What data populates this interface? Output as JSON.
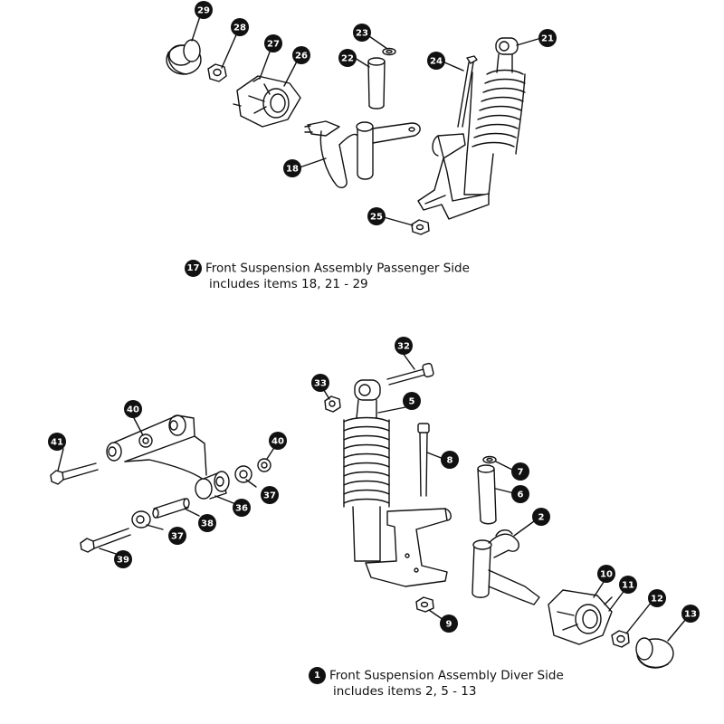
{
  "figure": {
    "background": "#ffffff",
    "line_color": "#111111",
    "callout_fill": "#111111",
    "callout_text_color": "#ffffff"
  },
  "captions": {
    "passenger": {
      "number": "17",
      "title": "Front Suspension Assembly Passenger Side",
      "includes": "includes items 18, 21 - 29"
    },
    "driver": {
      "number": "1",
      "title": "Front Suspension Assembly Diver Side",
      "includes": "includes items 2, 5 - 13"
    }
  },
  "callouts": {
    "c29": "29",
    "c28": "28",
    "c27": "27",
    "c26": "26",
    "c23": "23",
    "c22": "22",
    "c24": "24",
    "c21": "21",
    "c18": "18",
    "c25": "25",
    "c32": "32",
    "c33": "33",
    "c5": "5",
    "c8": "8",
    "c7": "7",
    "c6": "6",
    "c2": "2",
    "c10": "10",
    "c11": "11",
    "c12": "12",
    "c13": "13",
    "c9": "9",
    "c40a": "40",
    "c41": "41",
    "c40b": "40",
    "c37a": "37",
    "c36": "36",
    "c38": "38",
    "c37b": "37",
    "c39": "39"
  }
}
